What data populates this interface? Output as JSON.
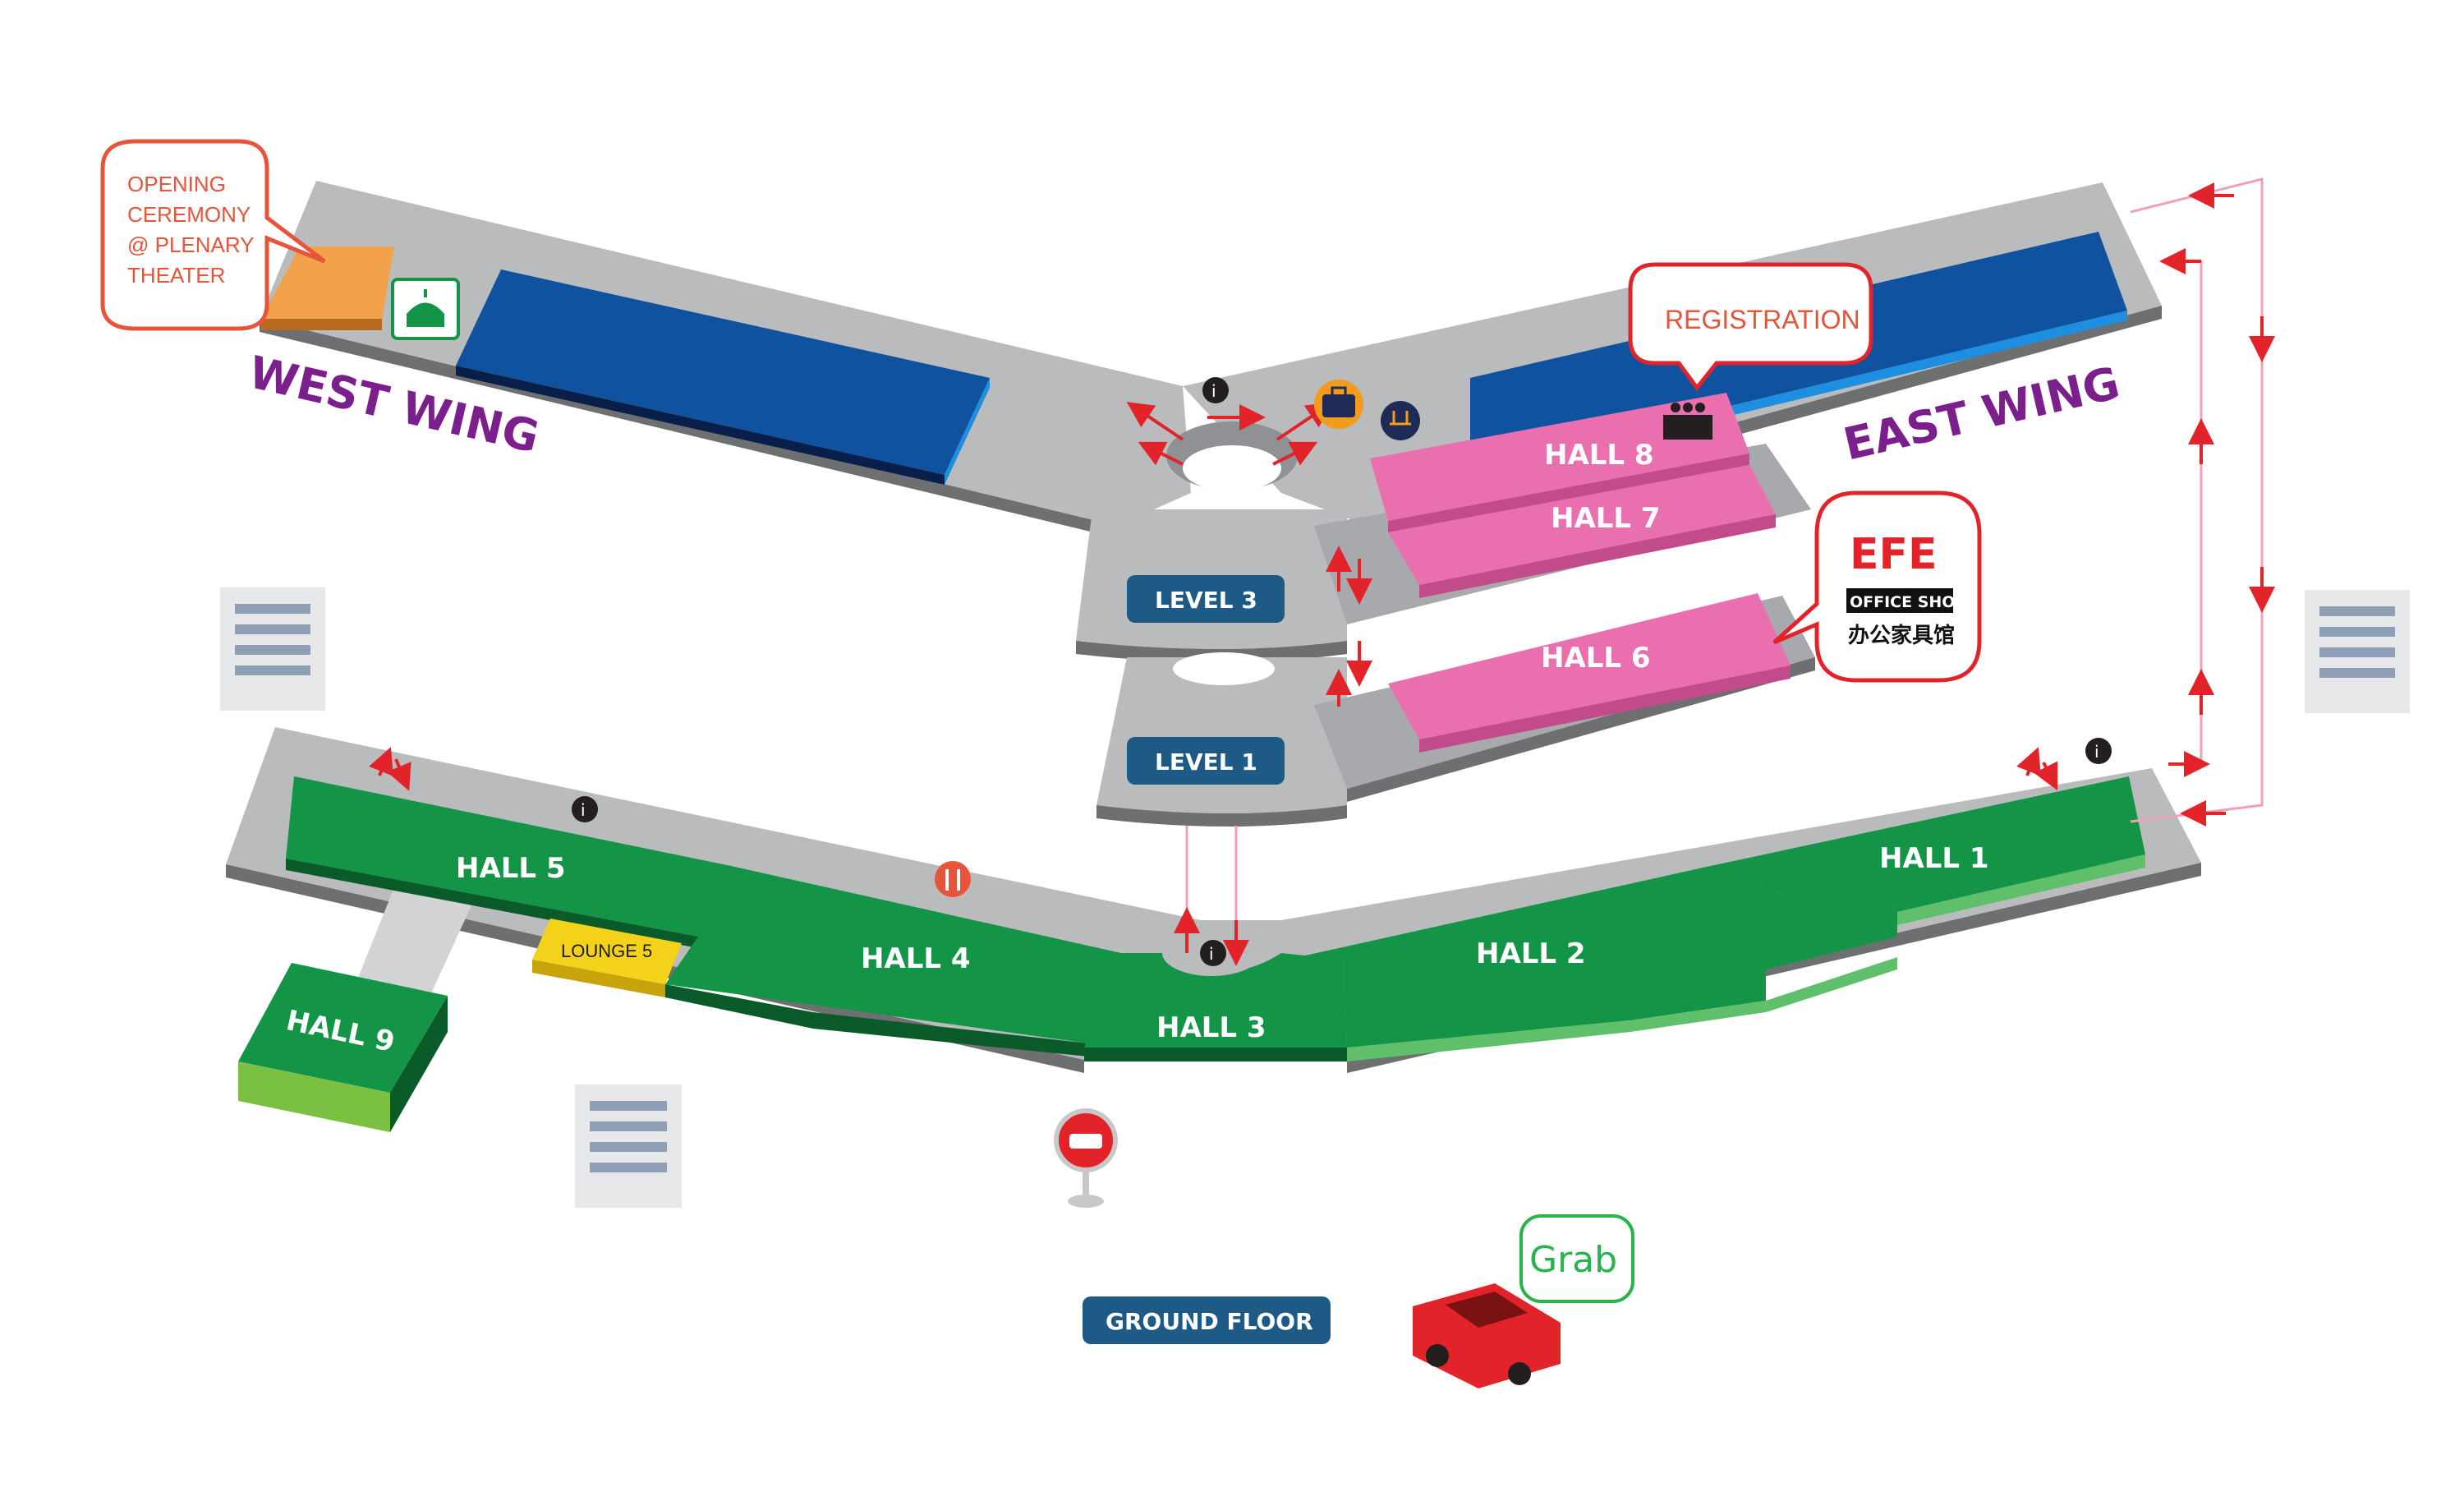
{
  "wings": {
    "west": "WEST WING",
    "east": "EAST WING"
  },
  "levels": {
    "level3": "LEVEL 3",
    "level1": "LEVEL 1",
    "ground": "GROUND FLOOR"
  },
  "halls": {
    "h1": "HALL 1",
    "h2": "HALL 2",
    "h3": "HALL 3",
    "h4": "HALL 4",
    "h5": "HALL 5",
    "h6": "HALL 6",
    "h7": "HALL 7",
    "h8": "HALL 8",
    "h9": "HALL 9"
  },
  "lounge": "LOUNGE 5",
  "callouts": {
    "opening": [
      "OPENING",
      "CEREMONY",
      "@ PLENARY",
      "THEATER"
    ],
    "registration": "REGISTRATION",
    "efe": {
      "logo": "EFE",
      "line1": "OFFICE SHOW",
      "line2": "办公家具馆"
    }
  },
  "grab": "Grab",
  "icons": [
    "info-icon",
    "luggage-icon",
    "charging-icon",
    "prayer-room-icon",
    "dining-icon",
    "taxi-icon",
    "registration-desk-icon",
    "hotel-building-icon",
    "car-icon"
  ],
  "colors": {
    "floor": "#b9bbbd",
    "blueHall": "#0f52a0",
    "pinkHall": "#ea6fae",
    "greenHall": "#149447",
    "orange": "#f2a24a",
    "lounge": "#f4d21a",
    "wing": "#7a1f8c",
    "callout": "#e8543a",
    "arrow": "#e3232a",
    "pill": "#1e5a86"
  }
}
